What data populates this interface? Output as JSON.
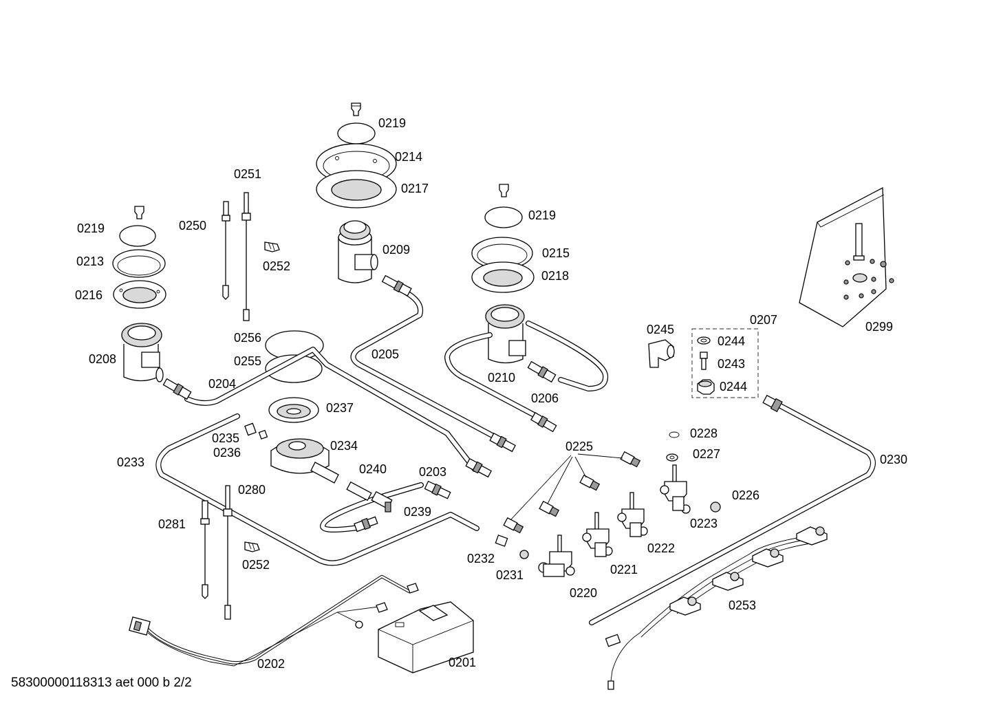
{
  "footer": {
    "code": "58300000118313 aet 000 b 2/2"
  },
  "labels": {
    "l0219a": "0219",
    "l0214": "0214",
    "l0217": "0217",
    "l0251": "0251",
    "l0250": "0250",
    "l0252a": "0252",
    "l0219b": "0219",
    "l0213": "0213",
    "l0216": "0216",
    "l0208": "0208",
    "l0209": "0209",
    "l0256": "0256",
    "l0255": "0255",
    "l0205": "0205",
    "l0204": "0204",
    "l0219c": "0219",
    "l0215": "0215",
    "l0218": "0218",
    "l0210": "0210",
    "l0206": "0206",
    "l0245": "0245",
    "l0207": "0207",
    "l0244a": "0244",
    "l0243": "0243",
    "l0244b": "0244",
    "l0299": "0299",
    "l0237": "0237",
    "l0235": "0235",
    "l0236": "0236",
    "l0234": "0234",
    "l0233": "0233",
    "l0240": "0240",
    "l0203": "0203",
    "l0239": "0239",
    "l0280": "0280",
    "l0281": "0281",
    "l0252b": "0252",
    "l0225": "0225",
    "l0228": "0228",
    "l0227": "0227",
    "l0226": "0226",
    "l0223": "0223",
    "l0222": "0222",
    "l0221": "0221",
    "l0220": "0220",
    "l0232": "0232",
    "l0231": "0231",
    "l0230": "0230",
    "l0253": "0253",
    "l0202": "0202",
    "l0201": "0201"
  }
}
